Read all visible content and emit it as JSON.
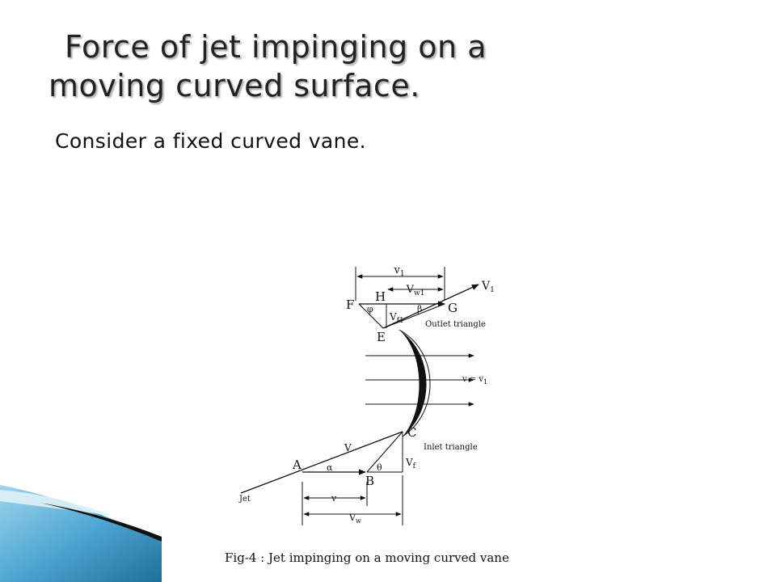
{
  "slide": {
    "title_line1": "Force of jet impinging on a",
    "title_line2": "moving curved surface.",
    "subtitle": "Consider a fixed curved vane."
  },
  "figure": {
    "caption": "Fig-4 : Jet impinging on a moving curved vane",
    "points": {
      "A": "A",
      "B": "B",
      "C": "C",
      "E": "E",
      "F": "F",
      "G": "G",
      "H": "H"
    },
    "labels": {
      "jet": "Jet",
      "inlet_triangle": "Inlet  triangle",
      "outlet_triangle": "Outlet  triangle",
      "v_eq_v1": "v = v",
      "v_eq_v1_sub": "1"
    },
    "symbols": {
      "V": "V",
      "v": "v",
      "Vw": "V",
      "Vw_sub": "w",
      "Vf": "V",
      "Vf_sub": "f",
      "alpha": "α",
      "theta": "θ",
      "phi": "φ",
      "beta": "β",
      "V1": "V",
      "V1_sub": "1",
      "v1": "v",
      "v1_sub": "1",
      "Vw1": "V",
      "Vw1_sub": "w1",
      "Vf1": "V",
      "Vf1_sub": "f1"
    }
  },
  "colors": {
    "corner_light": "#bfe3f2",
    "corner_mid": "#5fb4d8",
    "corner_dark": "#1f6f9a"
  }
}
